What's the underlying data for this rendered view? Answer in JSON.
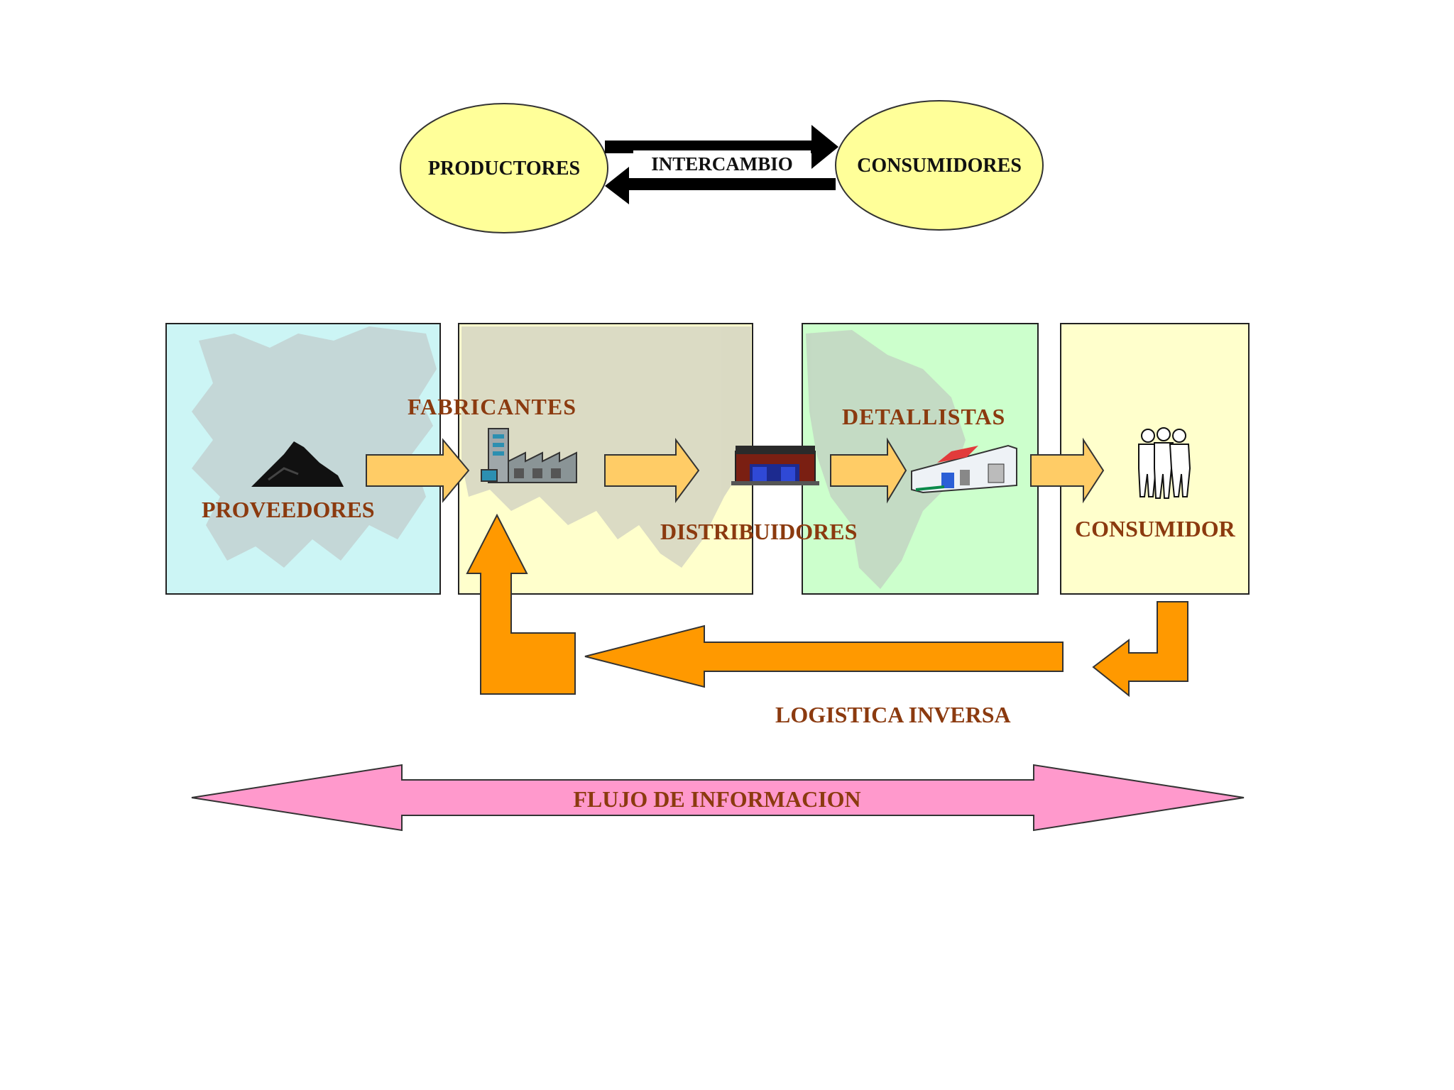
{
  "exchange": {
    "producers_label": "PRODUCTORES",
    "exchange_label": "INTERCAMBIO",
    "consumers_label": "CONSUMIDORES"
  },
  "chain": {
    "suppliers_label": "PROVEEDORES",
    "manufacturers_label": "FABRICANTES",
    "distributors_label": "DISTRIBUIDORES",
    "retailers_label": "DETALLISTAS",
    "consumer_label": "CONSUMIDOR"
  },
  "reverse_logistics_label": "LOGISTICA INVERSA",
  "information_flow_label": "FLUJO DE INFORMACION",
  "colors": {
    "ellipse_fill": "#FFFF99",
    "panel_suppliers": "#CCF5F5",
    "panel_manufacturers": "#FFFFCC",
    "panel_retailers": "#CCFFCC",
    "panel_consumer": "#FFFFCC",
    "chain_arrow": "#FFCC66",
    "reverse_arrow": "#FF9900",
    "info_arrow": "#FF99CC",
    "label_text": "#8B3A0F"
  },
  "icons": [
    "coal-pile-icon",
    "factory-icon",
    "warehouse-icon",
    "store-icon",
    "people-icon"
  ]
}
